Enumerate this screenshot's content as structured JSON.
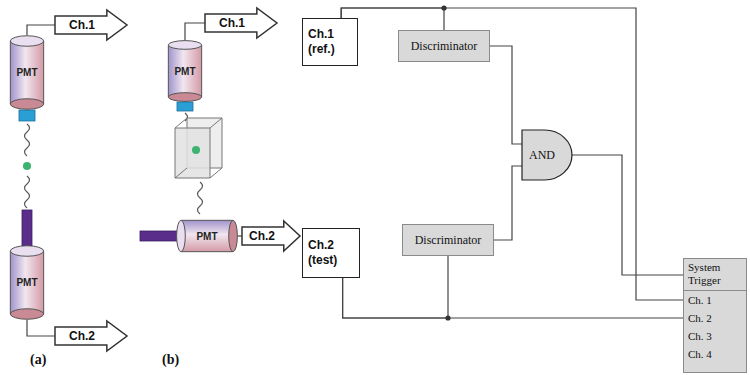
{
  "diagram": {
    "nodes": [
      {
        "text": [
          "PMT"
        ]
      },
      {
        "text": [
          "Ch.1"
        ]
      },
      {
        "text": [
          "PMT"
        ]
      },
      {
        "text": [
          "Ch.2"
        ]
      },
      {
        "text": [
          "PMT"
        ]
      },
      {
        "text": [
          "Ch.1"
        ]
      },
      {
        "text": [
          "PMT"
        ]
      },
      {
        "text": [
          "Ch.2"
        ]
      },
      {
        "text": [
          "Ch.1 (ref.)"
        ]
      },
      {
        "text": [
          "Discriminator"
        ]
      },
      {
        "text": [
          "AND"
        ]
      },
      {
        "text": [
          "Ch.2 (test)"
        ]
      },
      {
        "text": [
          "Discriminator"
        ]
      },
      {
        "text": [
          "System Trigger",
          "Ch. 1",
          "Ch. 2",
          "Ch. 3",
          "Ch. 4"
        ]
      }
    ],
    "edges": [
      {
        "from": 0,
        "to": 1,
        "arrow": "none"
      },
      {
        "from": 2,
        "to": 3,
        "arrow": "none"
      },
      {
        "from": 4,
        "to": 5,
        "arrow": "none"
      },
      {
        "from": 6,
        "to": 7,
        "arrow": "none"
      },
      {
        "from": 8,
        "to": 9,
        "arrow": "none"
      },
      {
        "from": 8,
        "to": 13,
        "arrow": "none"
      },
      {
        "from": 9,
        "to": 10,
        "arrow": "none"
      },
      {
        "from": 12,
        "to": 10,
        "arrow": "none"
      },
      {
        "from": 10,
        "to": 13,
        "arrow": "none"
      },
      {
        "from": 11,
        "to": 12,
        "arrow": "none"
      },
      {
        "from": 11,
        "to": 13,
        "arrow": "none"
      }
    ],
    "labels": [
      "(a)",
      "(b)"
    ]
  }
}
